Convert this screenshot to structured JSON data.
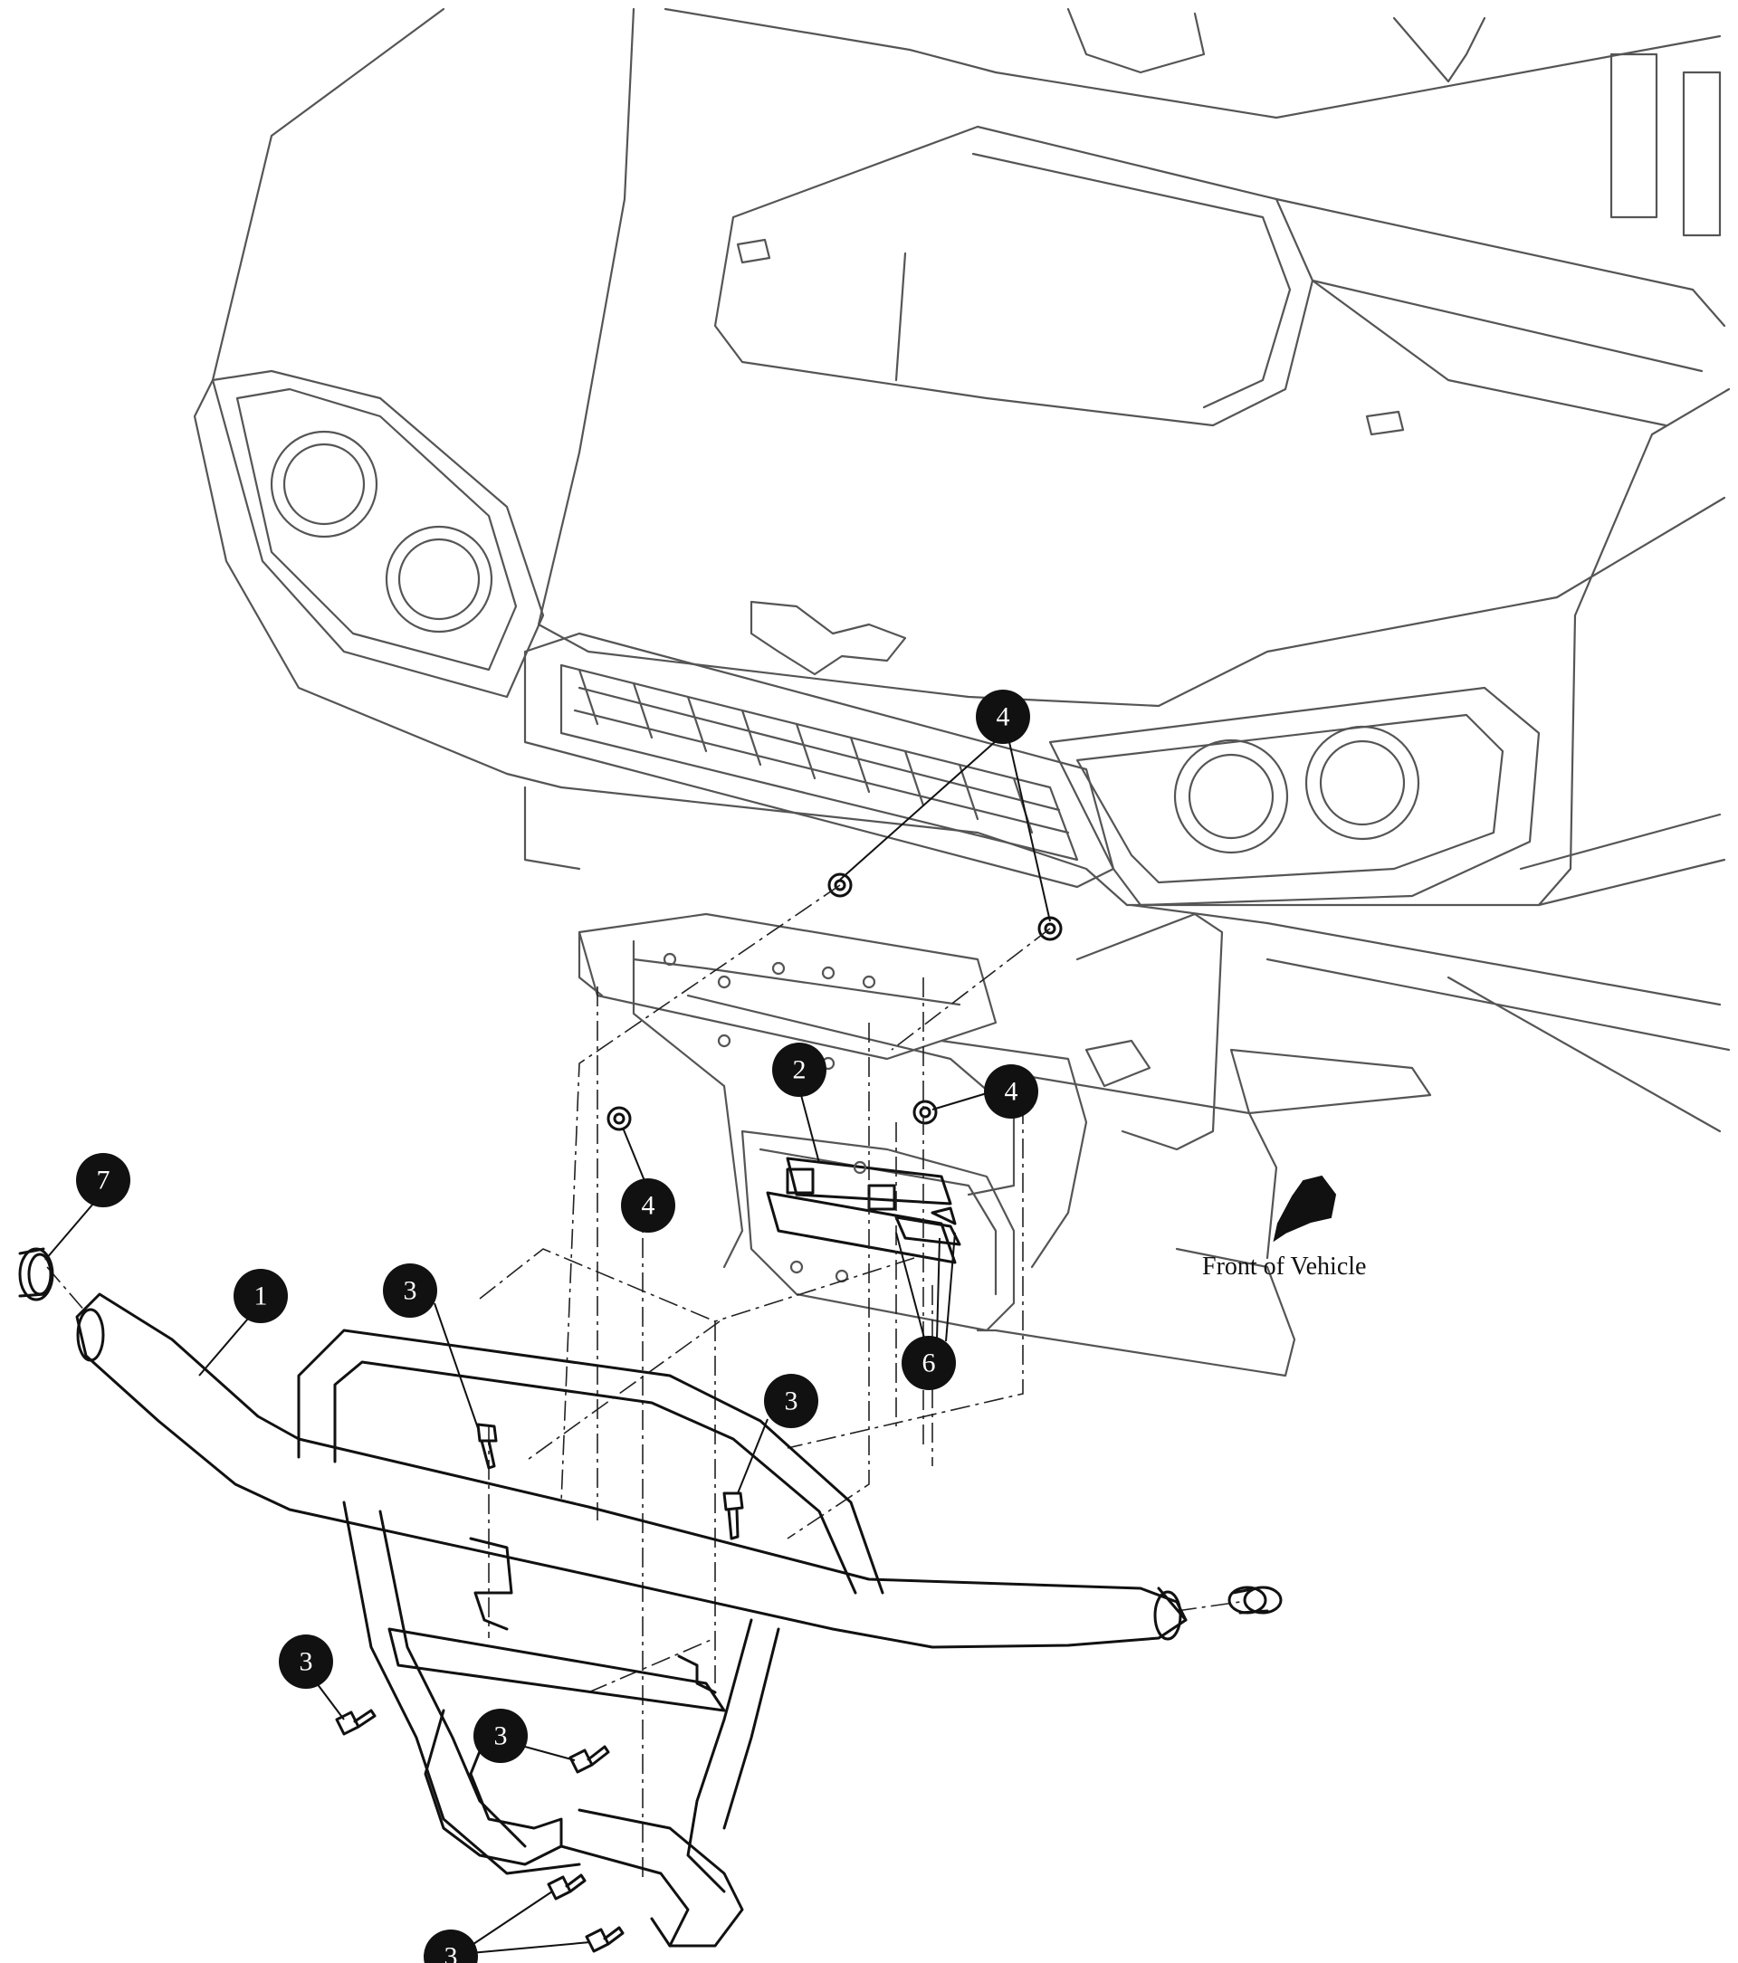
{
  "diagram": {
    "caption": "Front of Vehicle",
    "callouts": [
      {
        "id": "c1",
        "label": "1"
      },
      {
        "id": "c2",
        "label": "2"
      },
      {
        "id": "c3a",
        "label": "3"
      },
      {
        "id": "c3b",
        "label": "3"
      },
      {
        "id": "c3c",
        "label": "3"
      },
      {
        "id": "c3d",
        "label": "3"
      },
      {
        "id": "c3e",
        "label": "3"
      },
      {
        "id": "c4a",
        "label": "4"
      },
      {
        "id": "c4b",
        "label": "4"
      },
      {
        "id": "c4c",
        "label": "4"
      },
      {
        "id": "c6",
        "label": "6"
      },
      {
        "id": "c7",
        "label": "7"
      }
    ],
    "colors": {
      "line": "#555555",
      "ink": "#111111",
      "callout_fill": "#111111",
      "background": "#ffffff"
    },
    "icons": [
      "front-direction-arrow-icon"
    ]
  }
}
